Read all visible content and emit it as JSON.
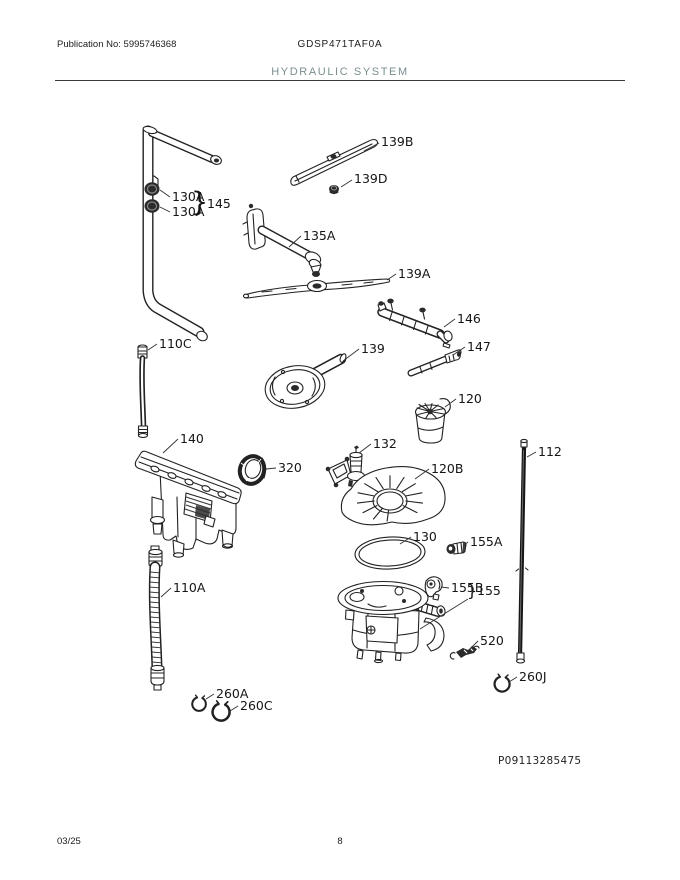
{
  "header": {
    "publication_no": "Publication No: 5995746368",
    "model": "GDSP471TAF0A",
    "section_title": "HYDRAULIC SYSTEM",
    "title_color": "#7a8e90"
  },
  "diagram": {
    "watermark": "P09113285475",
    "brace": "}",
    "labels": [
      "139B",
      "139D",
      "130A",
      "130A",
      "145",
      "135A",
      "139A",
      "146",
      "147",
      "110C",
      "139",
      "120",
      "140",
      "132",
      "320",
      "120B",
      "112",
      "130",
      "155A",
      "155B",
      "155",
      "110A",
      "520",
      "260J",
      "260A",
      "260C"
    ]
  },
  "footer": {
    "date": "03/25",
    "page_number": "8"
  }
}
